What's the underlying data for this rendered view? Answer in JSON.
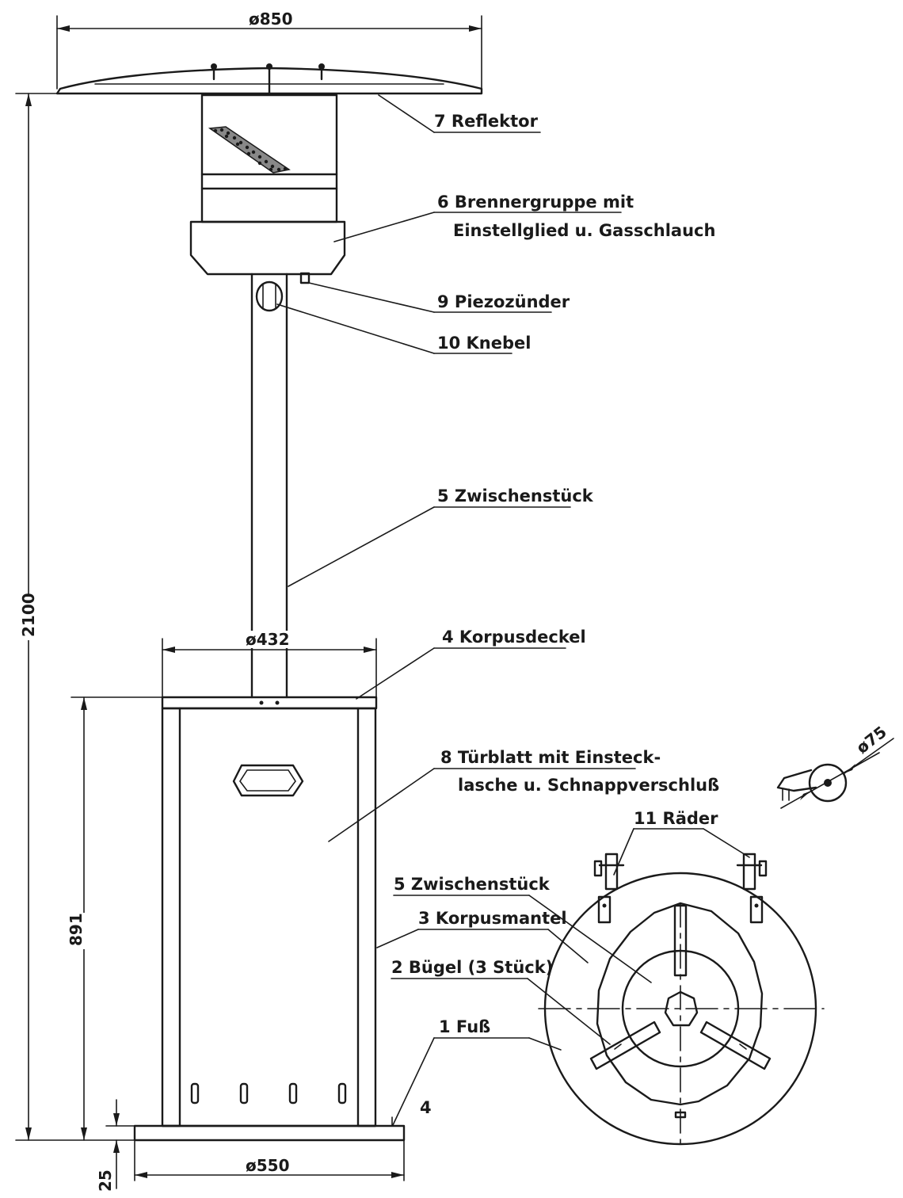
{
  "dimensions": {
    "reflector_diameter": "ø850",
    "total_height": "2100",
    "body_top_diameter": "ø432",
    "body_height": "891",
    "foot_diameter": "ø550",
    "foot_height": "25",
    "wheel_diameter": "ø75",
    "foot_mark": "4"
  },
  "parts": {
    "p7": "7 Reflektor",
    "p6_line1": "6 Brennergruppe mit",
    "p6_line2": "Einstellglied u. Gasschlauch",
    "p9": "9 Piezozünder",
    "p10": "10 Knebel",
    "p5": "5 Zwischenstück",
    "p4": "4 Korpusdeckel",
    "p8_line1": "8 Türblatt mit Einsteck-",
    "p8_line2": "lasche u. Schnappverschluß",
    "p11": "11 Räder",
    "p5b": "5 Zwischenstück",
    "p3": "3 Korpusmantel",
    "p2": "2 Bügel (3 Stück)",
    "p1": "1 Fuß"
  }
}
